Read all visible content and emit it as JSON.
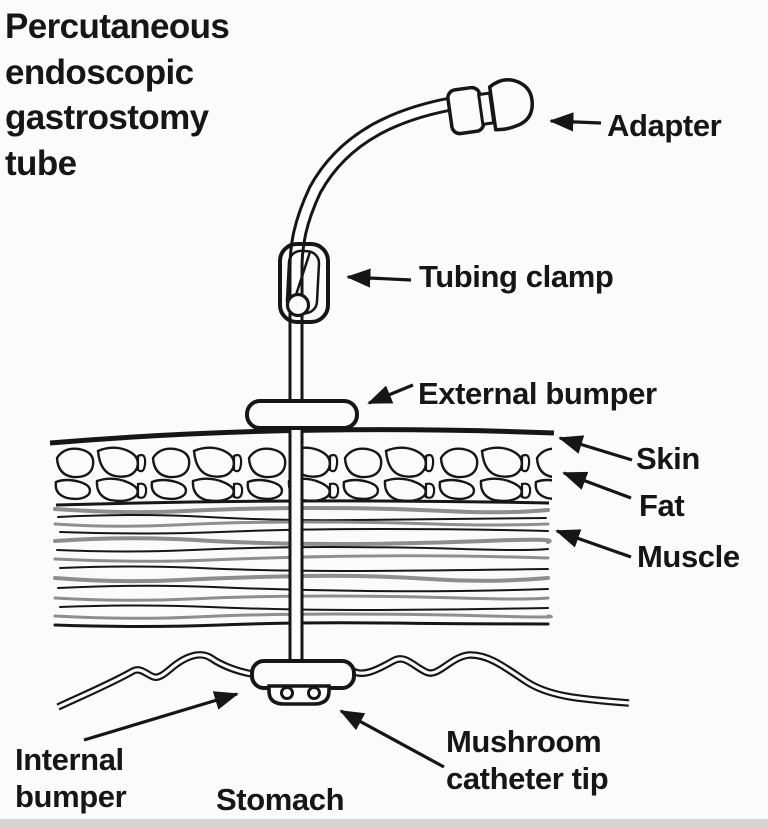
{
  "diagram": {
    "title": "Percutaneous endoscopic gastrostomy tube",
    "labels": {
      "adapter": "Adapter",
      "tubing_clamp": "Tubing clamp",
      "external_bumper": "External bumper",
      "skin": "Skin",
      "fat": "Fat",
      "muscle": "Muscle",
      "internal_bumper": "Internal bumper",
      "stomach": "Stomach",
      "mushroom_catheter_tip": "Mushroom catheter tip"
    },
    "colors": {
      "ink": "#161616",
      "paper": "#fbfbfb",
      "muscle_gray": "#8e8e8e",
      "footer_bar": "#d4d4d4"
    }
  }
}
